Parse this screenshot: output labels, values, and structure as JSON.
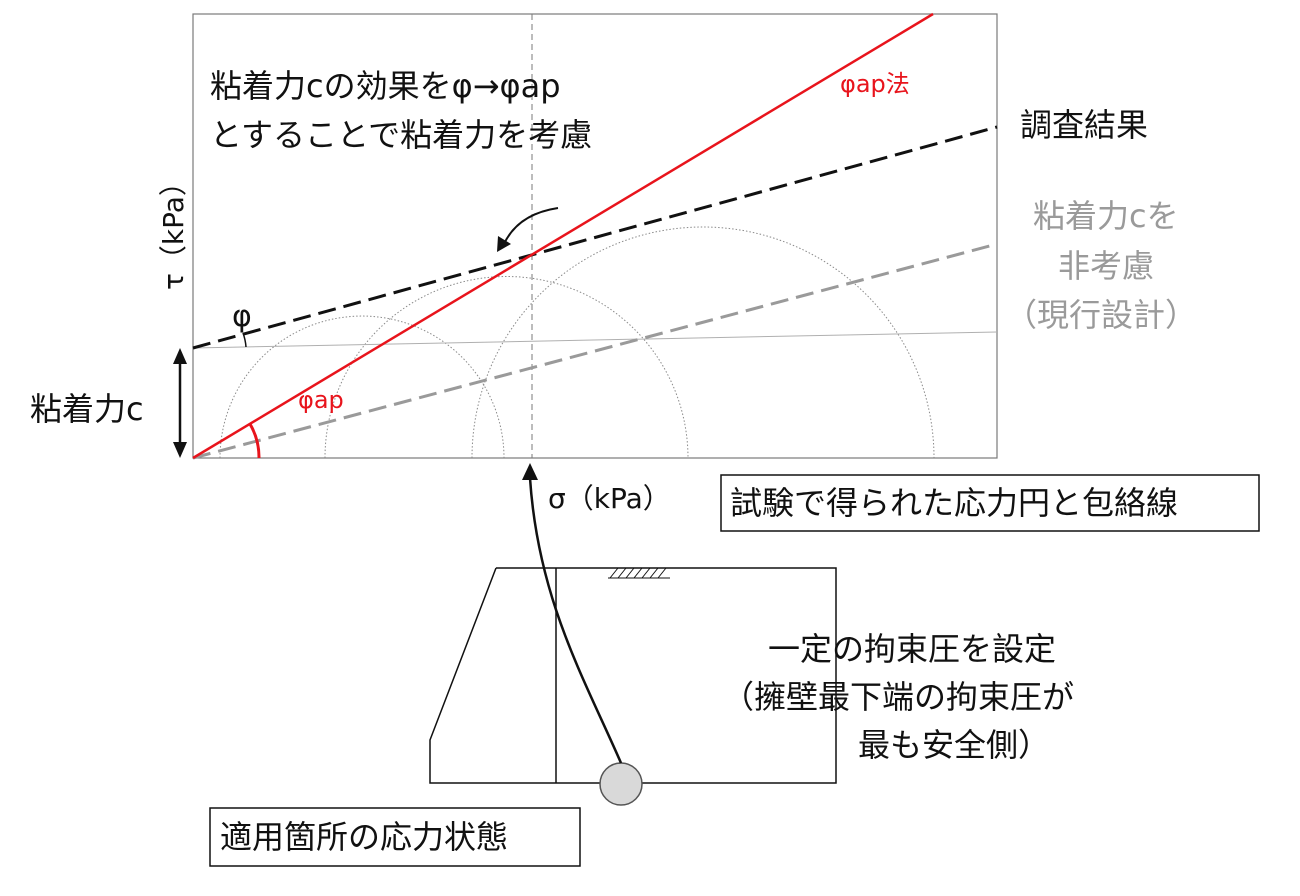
{
  "annotation_main": {
    "line1": "粘着力cの効果をφ→φap",
    "line2": "とすることで粘着力を考慮"
  },
  "label_phi_ap_method": "φap法",
  "label_survey_result": "調査結果",
  "label_no_cohesion": {
    "line1": "粘着力cを",
    "line2": "非考慮",
    "line3": "（現行設計）"
  },
  "axis_tau_label": "τ（kPa）",
  "axis_sigma_label": "σ（kPa）",
  "label_phi": "φ",
  "label_phi_ap": "φap",
  "label_cohesion": "粘着力c",
  "box_test_result": "試験で得られた応力円と包絡線",
  "constant_pressure": {
    "line1": "一定の拘束圧を設定",
    "line2": "（擁壁最下端の拘束圧が",
    "line3": "最も安全側）"
  },
  "box_application": "適用箇所の応力状態",
  "colors": {
    "phi_ap_line": "#e8141c",
    "survey_line": "#111111",
    "no_cohesion_line": "#9a9a9a",
    "grid_line": "#b0b0b0"
  }
}
